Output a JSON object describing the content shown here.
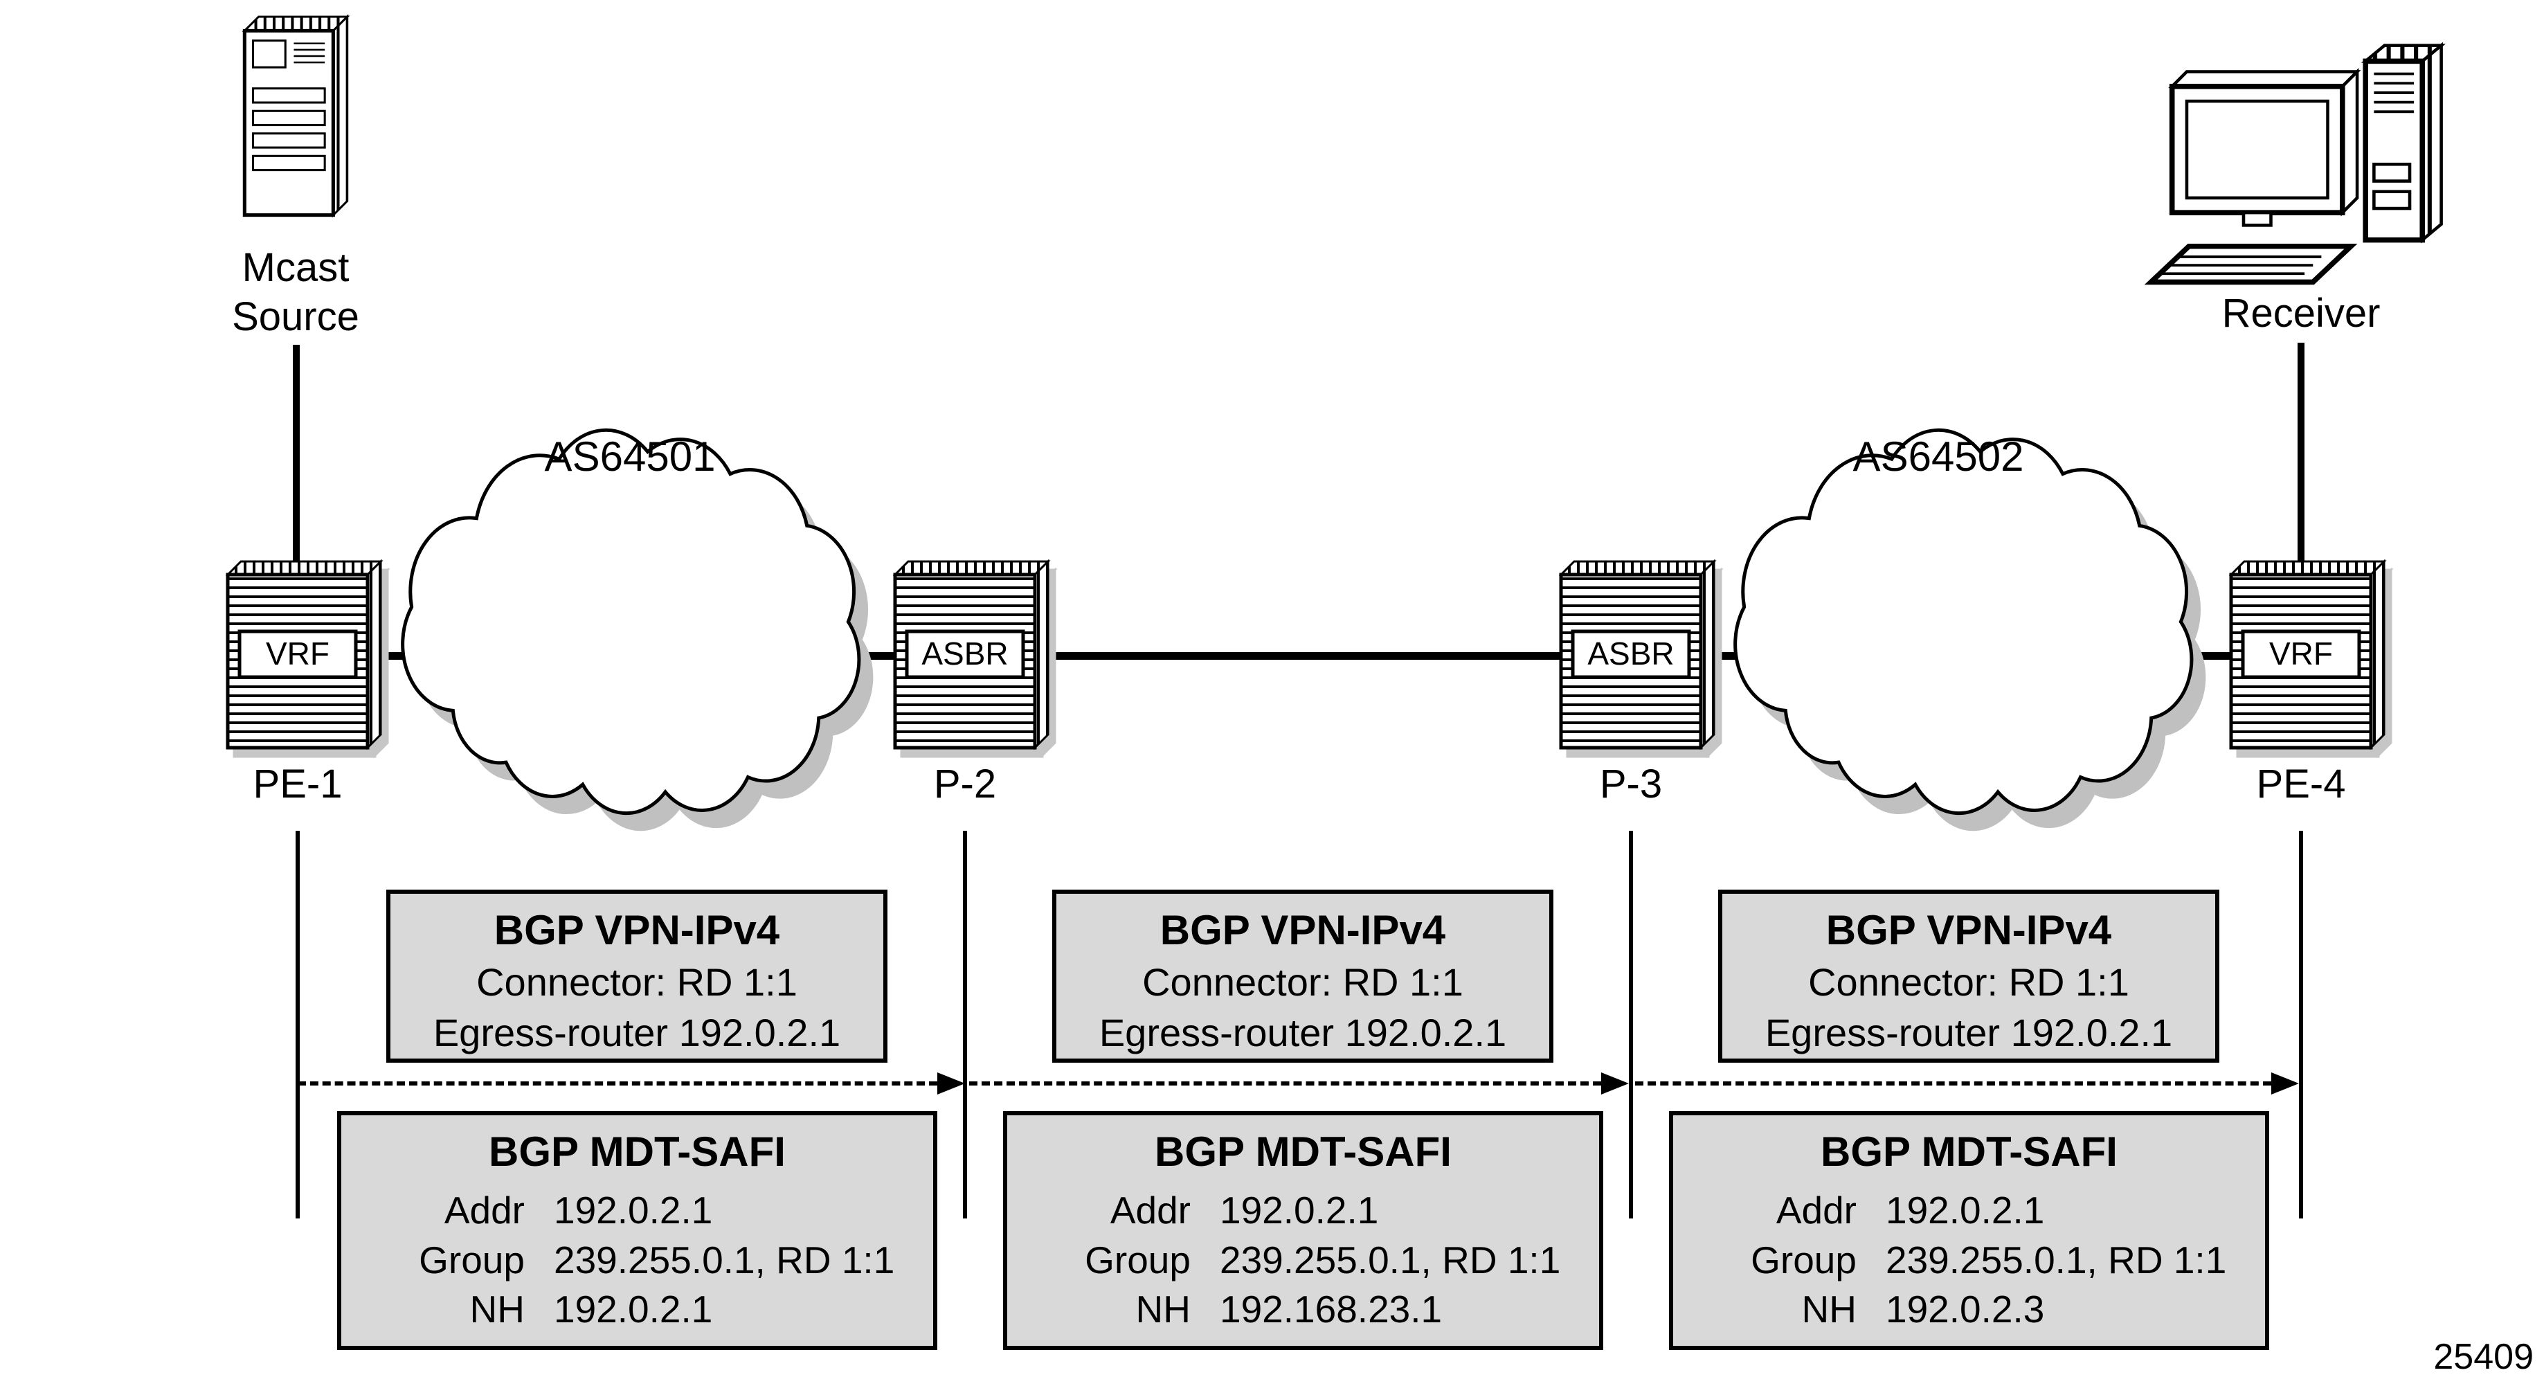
{
  "figure_number": "25409",
  "endpoints": {
    "source": {
      "line1": "Mcast",
      "line2": "Source"
    },
    "receiver": {
      "label": "Receiver"
    }
  },
  "as_clouds": [
    {
      "label": "AS64501"
    },
    {
      "label": "AS64502"
    }
  ],
  "routers": [
    {
      "name": "PE-1",
      "role": "VRF"
    },
    {
      "name": "P-2",
      "role": "ASBR"
    },
    {
      "name": "P-3",
      "role": "ASBR"
    },
    {
      "name": "PE-4",
      "role": "VRF"
    }
  ],
  "vpn_boxes": [
    {
      "title": "BGP VPN-IPv4",
      "connector": "Connector: RD 1:1",
      "egress": "Egress-router 192.0.2.1"
    },
    {
      "title": "BGP VPN-IPv4",
      "connector": "Connector: RD 1:1",
      "egress": "Egress-router 192.0.2.1"
    },
    {
      "title": "BGP VPN-IPv4",
      "connector": "Connector: RD 1:1",
      "egress": "Egress-router 192.0.2.1"
    }
  ],
  "mdt_boxes": [
    {
      "title": "BGP MDT-SAFI",
      "rows": [
        {
          "label": "Addr",
          "value": "192.0.2.1"
        },
        {
          "label": "Group",
          "value": "239.255.0.1, RD 1:1"
        },
        {
          "label": "NH",
          "value": "192.0.2.1"
        }
      ]
    },
    {
      "title": "BGP MDT-SAFI",
      "rows": [
        {
          "label": "Addr",
          "value": "192.0.2.1"
        },
        {
          "label": "Group",
          "value": "239.255.0.1, RD 1:1"
        },
        {
          "label": "NH",
          "value": "192.168.23.1"
        }
      ]
    },
    {
      "title": "BGP MDT-SAFI",
      "rows": [
        {
          "label": "Addr",
          "value": "192.0.2.1"
        },
        {
          "label": "Group",
          "value": "239.255.0.1, RD 1:1"
        },
        {
          "label": "NH",
          "value": "192.0.2.3"
        }
      ]
    }
  ],
  "colors": {
    "box_fill": "#d9d9d9",
    "stroke": "#000000",
    "shadow": "#c0c0c0"
  }
}
